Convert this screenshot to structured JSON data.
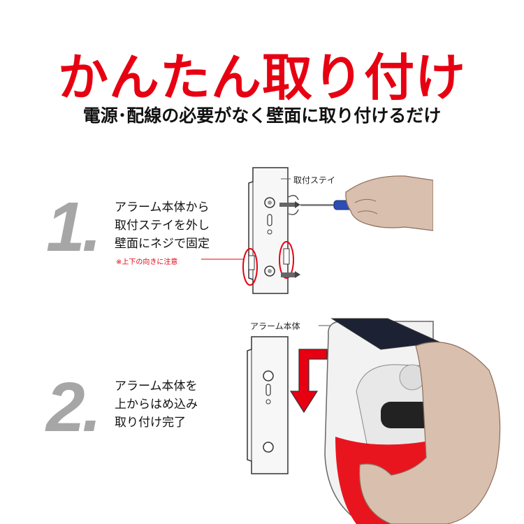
{
  "title": "かんたん取り付け",
  "subtitle": "電源･配線の必要がなく壁面に取り付けるだけ",
  "step1": {
    "number": "1.",
    "lines": [
      "アラーム本体から",
      "取付ステイを外し",
      "壁面にネジで固定"
    ],
    "note": "※上下の向きに注意",
    "label": "取付ステイ"
  },
  "step2": {
    "number": "2.",
    "lines": [
      "アラーム本体を",
      "上からはめ込み",
      "取り付け完了"
    ],
    "label": "アラーム本体"
  },
  "colors": {
    "accent": "#e60012",
    "number": "#a6a6a6"
  }
}
